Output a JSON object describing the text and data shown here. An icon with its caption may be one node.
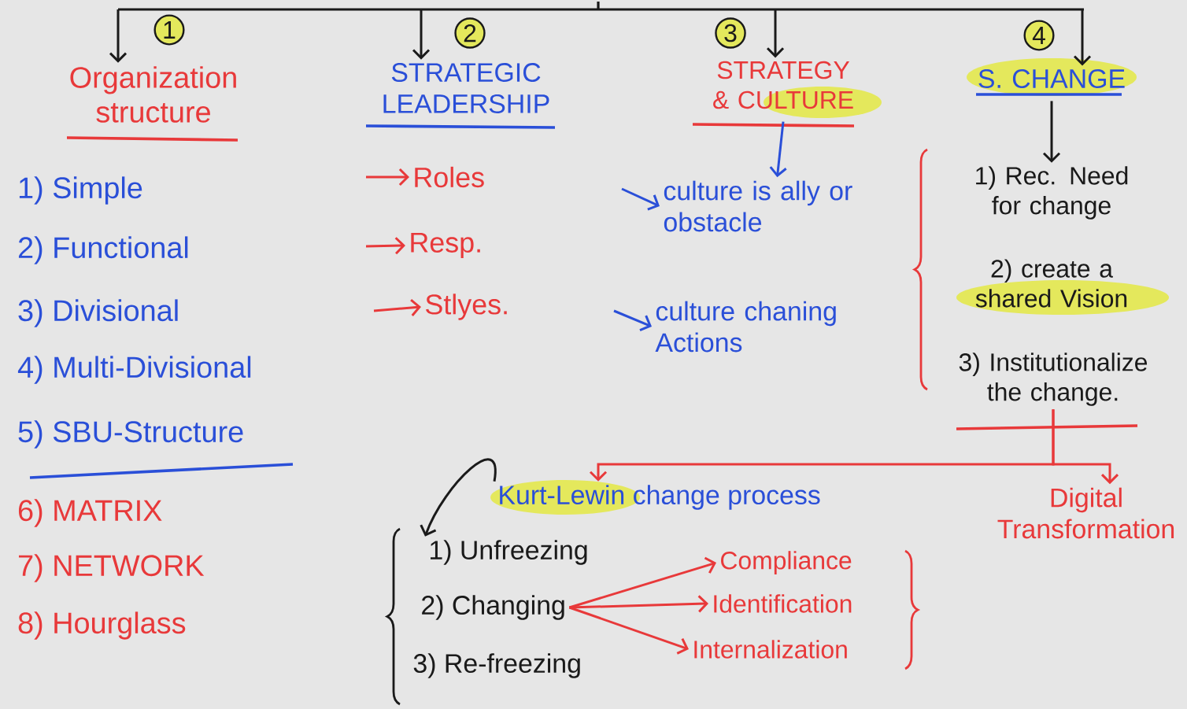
{
  "diagram": {
    "nodes": [
      {
        "text": [
          "1",
          "Organization structure"
        ]
      },
      {
        "text": [
          "2",
          "STRATEGIC LEADERSHIP"
        ]
      },
      {
        "text": [
          "3",
          "STRATEGY & CULTURE"
        ]
      },
      {
        "text": [
          "4",
          "S. CHANGE"
        ]
      },
      {
        "text": [
          "Roles"
        ]
      },
      {
        "text": [
          "Resp."
        ]
      },
      {
        "text": [
          "Stlyes."
        ]
      },
      {
        "text": [
          "culture is ally or obstacle"
        ]
      },
      {
        "text": [
          "culture chaning Actions"
        ]
      },
      {
        "text": [
          "1) Rec. Need for change"
        ]
      },
      {
        "text": [
          "2) create a shared Vision"
        ]
      },
      {
        "text": [
          "3) Institutionalize the change."
        ]
      },
      {
        "text": [
          "Kurt-Lewin change process"
        ]
      },
      {
        "text": [
          "Digital Transformation"
        ]
      },
      {
        "text": [
          "1) Unfreezing"
        ]
      },
      {
        "text": [
          "2) Changing"
        ]
      },
      {
        "text": [
          "3) Re-freezing"
        ]
      },
      {
        "text": [
          "Compliance"
        ]
      },
      {
        "text": [
          "Identification"
        ]
      },
      {
        "text": [
          "Internalization"
        ]
      }
    ],
    "edges": [
      {
        "from": null,
        "to": 0,
        "arrow": "to",
        "color": "#1a1a1a"
      },
      {
        "from": null,
        "to": 1,
        "arrow": "to",
        "color": "#1a1a1a"
      },
      {
        "from": null,
        "to": 2,
        "arrow": "to",
        "color": "#1a1a1a"
      },
      {
        "from": null,
        "to": 3,
        "arrow": "to",
        "color": "#1a1a1a"
      },
      {
        "from": null,
        "to": 4,
        "arrow": "to"
      },
      {
        "from": null,
        "to": 5,
        "arrow": "to"
      },
      {
        "from": null,
        "to": 6,
        "arrow": "to"
      },
      {
        "from": 2,
        "to": 7,
        "arrow": "to",
        "color": "#2a4fd8"
      },
      {
        "from": null,
        "to": 7,
        "arrow": "to",
        "color": "#2a4fd8"
      },
      {
        "from": null,
        "to": 8,
        "arrow": "to",
        "color": "#2a4fd8"
      },
      {
        "from": 3,
        "to": 9,
        "arrow": "to",
        "color": "#1a1a1a"
      },
      {
        "from": 11,
        "to": 12,
        "arrow": "to"
      },
      {
        "from": 11,
        "to": 13,
        "arrow": "to"
      },
      {
        "from": 12,
        "to": 14,
        "arrow": "to",
        "color": "#1a1a1a"
      },
      {
        "from": 15,
        "to": 17,
        "arrow": "to"
      },
      {
        "from": 15,
        "to": 18,
        "arrow": "to"
      },
      {
        "from": 15,
        "to": 19,
        "arrow": "to"
      }
    ],
    "labels": [
      "1) Simple",
      "2) Functional",
      "3) Divisional",
      "4) Multi-Divisional",
      "5) SBU-Structure",
      "6) MATRIX",
      "7) NETWORK",
      "8) Hourglass"
    ]
  }
}
